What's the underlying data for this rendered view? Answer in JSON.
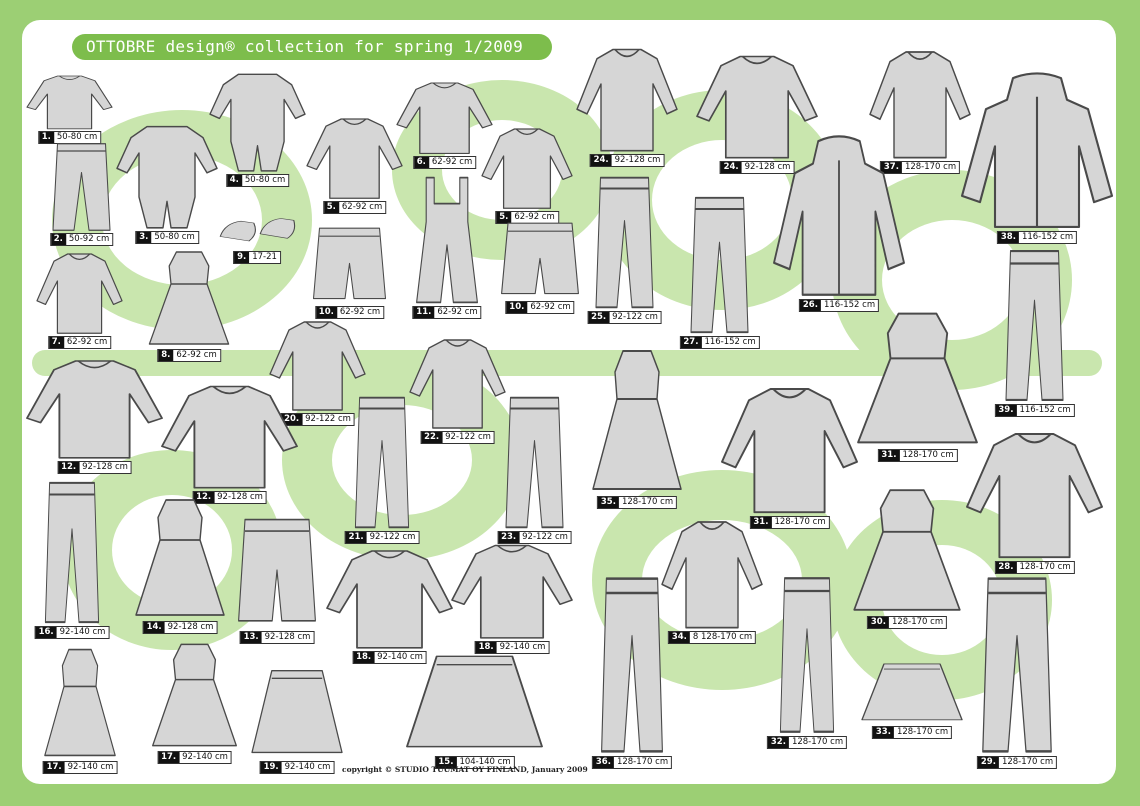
{
  "title": "OTTOBRE design® collection for spring 1/2009",
  "copyright": "copyright © STUDIO TUUMAT OY FINLAND, January 2009",
  "colors": {
    "page_border": "#9ccf74",
    "decor_green": "#c9e6ae",
    "title_pill": "#7dbd4c",
    "garment_fill": "#d6d6d6",
    "garment_stroke": "#4a4a4a"
  },
  "items": [
    {
      "num": "1.",
      "size": "50-80 cm",
      "kind": "top"
    },
    {
      "num": "4.",
      "size": "50-80 cm",
      "kind": "romper"
    },
    {
      "num": "6.",
      "size": "62-92 cm",
      "kind": "top"
    },
    {
      "num": "5.",
      "size": "62-92 cm",
      "kind": "top"
    },
    {
      "num": "5.",
      "size": "62-92 cm",
      "kind": "top"
    },
    {
      "num": "2.",
      "size": "50-92 cm",
      "kind": "pants"
    },
    {
      "num": "3.",
      "size": "50-80 cm",
      "kind": "romper"
    },
    {
      "num": "9.",
      "size": "17-21",
      "kind": "shoes"
    },
    {
      "num": "10.",
      "size": "62-92 cm",
      "kind": "shorts"
    },
    {
      "num": "11.",
      "size": "62-92 cm",
      "kind": "overalls"
    },
    {
      "num": "10.",
      "size": "62-92 cm",
      "kind": "shorts"
    },
    {
      "num": "7.",
      "size": "62-92 cm",
      "kind": "top"
    },
    {
      "num": "8.",
      "size": "62-92 cm",
      "kind": "dress"
    },
    {
      "num": "20.",
      "size": "92-122 cm",
      "kind": "top"
    },
    {
      "num": "22.",
      "size": "92-122 cm",
      "kind": "top"
    },
    {
      "num": "12.",
      "size": "92-128 cm",
      "kind": "top"
    },
    {
      "num": "12.",
      "size": "92-128 cm",
      "kind": "top"
    },
    {
      "num": "21.",
      "size": "92-122 cm",
      "kind": "pants"
    },
    {
      "num": "23.",
      "size": "92-122 cm",
      "kind": "pants"
    },
    {
      "num": "16.",
      "size": "92-140 cm",
      "kind": "pants"
    },
    {
      "num": "14.",
      "size": "92-128 cm",
      "kind": "dress"
    },
    {
      "num": "13.",
      "size": "92-128 cm",
      "kind": "shorts"
    },
    {
      "num": "18.",
      "size": "92-140 cm",
      "kind": "top"
    },
    {
      "num": "18.",
      "size": "92-140 cm",
      "kind": "top"
    },
    {
      "num": "17.",
      "size": "92-140 cm",
      "kind": "dress"
    },
    {
      "num": "17.",
      "size": "92-140 cm",
      "kind": "dress"
    },
    {
      "num": "19.",
      "size": "92-140 cm",
      "kind": "skirt"
    },
    {
      "num": "15.",
      "size": "104-140 cm",
      "kind": "skirt"
    },
    {
      "num": "24.",
      "size": "92-128 cm",
      "kind": "top"
    },
    {
      "num": "24.",
      "size": "92-128 cm",
      "kind": "top"
    },
    {
      "num": "37.",
      "size": "128-170 cm",
      "kind": "top"
    },
    {
      "num": "38.",
      "size": "116-152 cm",
      "kind": "jacket"
    },
    {
      "num": "25.",
      "size": "92-122 cm",
      "kind": "pants"
    },
    {
      "num": "27.",
      "size": "116-152 cm",
      "kind": "pants"
    },
    {
      "num": "26.",
      "size": "116-152 cm",
      "kind": "jacket"
    },
    {
      "num": "39.",
      "size": "116-152 cm",
      "kind": "pants"
    },
    {
      "num": "35.",
      "size": "128-170 cm",
      "kind": "dress"
    },
    {
      "num": "31.",
      "size": "128-170 cm",
      "kind": "top"
    },
    {
      "num": "31.",
      "size": "128-170 cm",
      "kind": "dress"
    },
    {
      "num": "28.",
      "size": "128-170 cm",
      "kind": "top"
    },
    {
      "num": "34.",
      "size": "8 128-170 cm",
      "kind": "top"
    },
    {
      "num": "30.",
      "size": "128-170 cm",
      "kind": "dress"
    },
    {
      "num": "36.",
      "size": "128-170 cm",
      "kind": "pants"
    },
    {
      "num": "32.",
      "size": "128-170 cm",
      "kind": "pants"
    },
    {
      "num": "33.",
      "size": "128-170 cm",
      "kind": "skirt"
    },
    {
      "num": "29.",
      "size": "128-170 cm",
      "kind": "pants"
    }
  ]
}
